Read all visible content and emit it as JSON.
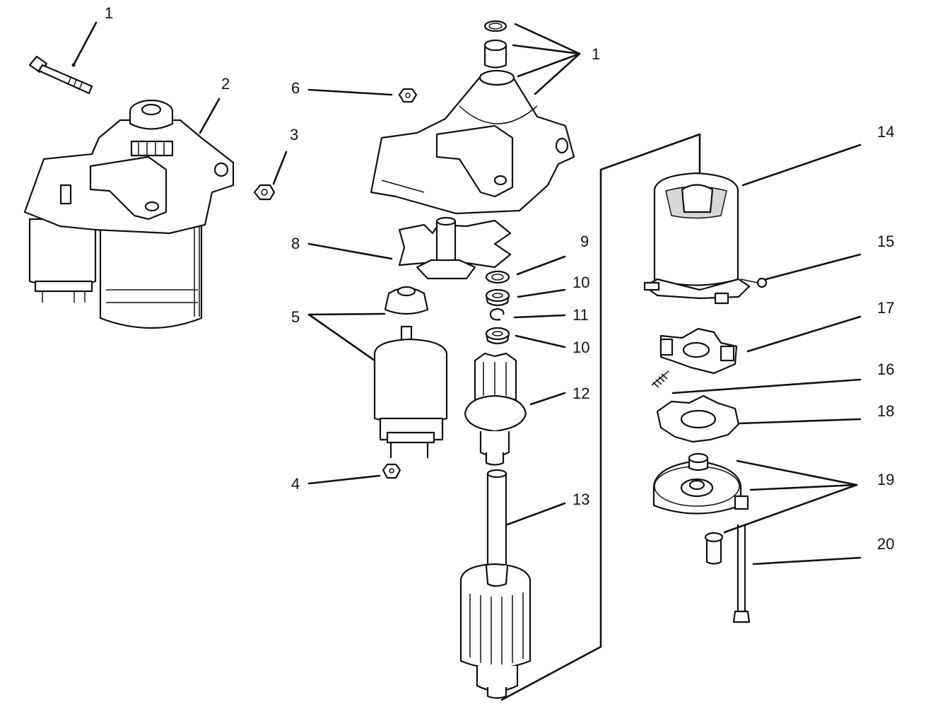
{
  "labels": {
    "c1a": "1",
    "c2": "2",
    "c3": "3",
    "c6": "6",
    "c1b": "1",
    "c14": "14",
    "c8": "8",
    "c9": "9",
    "c15": "15",
    "c10a": "10",
    "c5": "5",
    "c11": "11",
    "c10b": "10",
    "c17": "17",
    "c16": "16",
    "c12": "12",
    "c18": "18",
    "c4": "4",
    "c19": "19",
    "c13": "13",
    "c20": "20"
  }
}
